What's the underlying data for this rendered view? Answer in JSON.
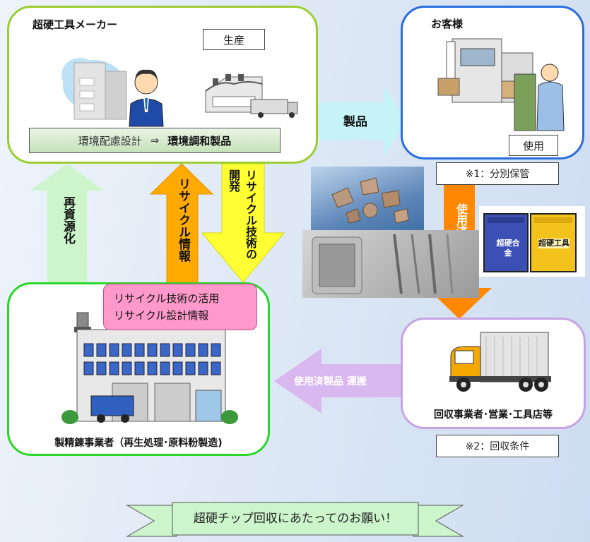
{
  "manufacturer": {
    "title": "超硬工具メーカー",
    "production": "生産",
    "env_design": "環境配慮設計",
    "arrow": "⇒",
    "env_product": "環境調和製品"
  },
  "customer": {
    "title": "お客様",
    "use": "使用",
    "note1": "※1：分別保管"
  },
  "flows": {
    "product": "製品",
    "re_resource": "再資源化",
    "recycle_info": "リサイクル情報",
    "recycle_tech_dev": "リサイクル技術の開発",
    "used_collect": "使用済製品 回収",
    "used_transport": "使用済製品 運搬"
  },
  "bins": {
    "left": "超硬合金",
    "right": "超硬工具"
  },
  "collector": {
    "title": "回収事業者･営業･工具店等",
    "note2": "※2：回収条件"
  },
  "refiner": {
    "title": "製精錬事業者（再生処理･原料粉製造)",
    "pink_line1": "リサイクル技術の活用",
    "pink_line2": "リサイクル設計情報"
  },
  "banner": {
    "text": "超硬チップ回収にあたってのお願い！"
  },
  "colors": {
    "green_border": "#9acd32",
    "blue_border": "#2a6de0",
    "purple_border": "#c7a3e3",
    "bright_green_border": "#29d629",
    "orange_arrow": "#ff8800",
    "yellow_arrow": "#ffff33",
    "pale_green_arrow": "#ccf5cc",
    "cyan_arrow": "#c6f3f8",
    "lavender_arrow": "#d8b8ee",
    "pink_box": "#ff99cc"
  }
}
